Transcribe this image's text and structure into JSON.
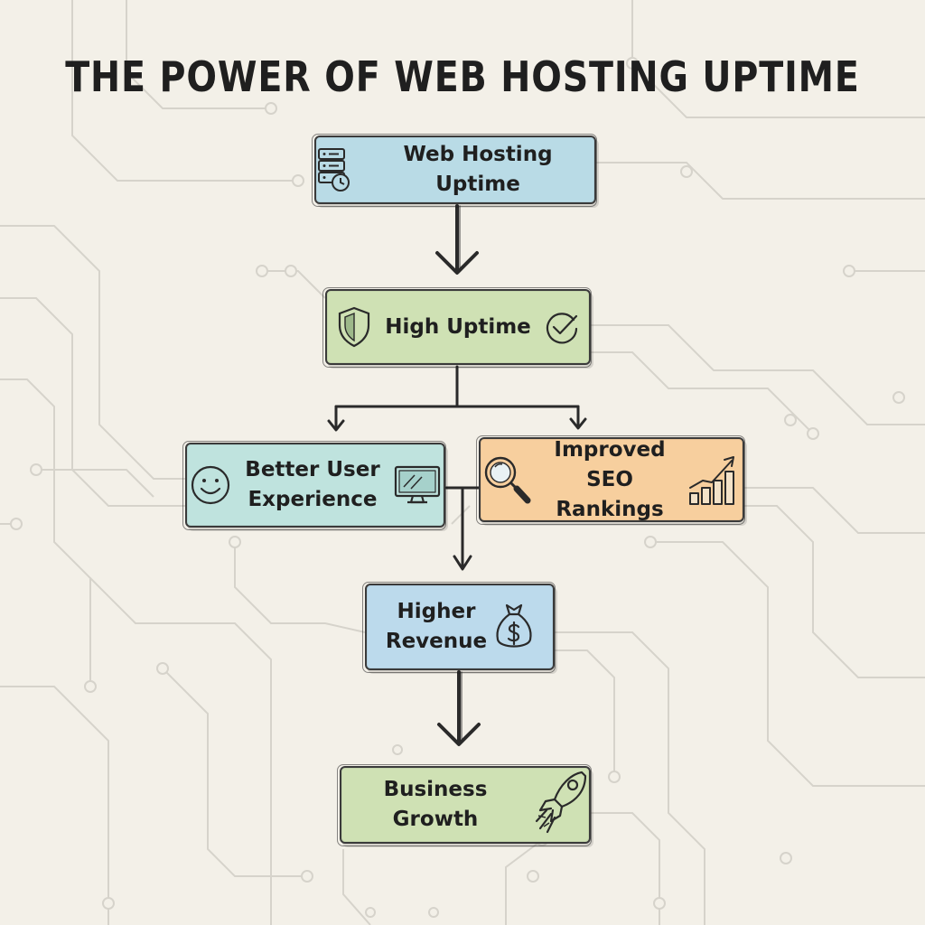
{
  "title": "THE POWER OF WEB HOSTING UPTIME",
  "nodes": {
    "web_hosting_uptime": {
      "label": "Web Hosting Uptime",
      "icon": "server-clock-icon",
      "color": "#b9dbe6"
    },
    "high_uptime": {
      "label": "High Uptime",
      "icons": [
        "shield-icon",
        "check-circle-icon"
      ],
      "color": "#cfe1b4"
    },
    "better_user_experience": {
      "label": "Better User\nExperience",
      "icons": [
        "smiley-icon",
        "monitor-icon"
      ],
      "color": "#bfe3de"
    },
    "improved_seo_rankings": {
      "label": "Improved SEO\nRankings",
      "icons": [
        "magnifier-icon",
        "growth-chart-icon"
      ],
      "color": "#f7cf9e"
    },
    "higher_revenue": {
      "label": "Higher\nRevenue",
      "icon": "money-bag-icon",
      "color": "#bcdaec"
    },
    "business_growth": {
      "label": "Business Growth",
      "icon": "rocket-icon",
      "color": "#cfe1b4"
    }
  },
  "edges": [
    {
      "from": "web_hosting_uptime",
      "to": "high_uptime"
    },
    {
      "from": "high_uptime",
      "to": "better_user_experience"
    },
    {
      "from": "high_uptime",
      "to": "improved_seo_rankings"
    },
    {
      "from": "better_user_experience",
      "to": "higher_revenue"
    },
    {
      "from": "improved_seo_rankings",
      "to": "higher_revenue"
    },
    {
      "from": "higher_revenue",
      "to": "business_growth"
    }
  ]
}
